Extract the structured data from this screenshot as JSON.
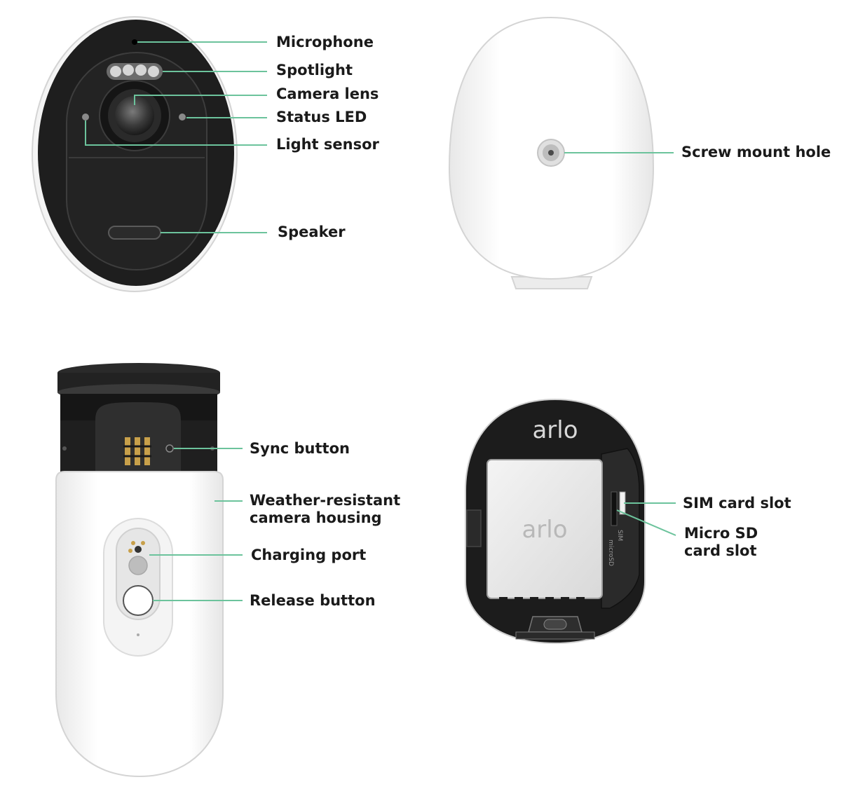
{
  "views": {
    "front": {
      "labels": [
        "Microphone",
        "Spotlight",
        "Camera lens",
        "Status LED",
        "Light sensor",
        "Speaker"
      ]
    },
    "back": {
      "labels": [
        "Screw mount hole"
      ]
    },
    "housing": {
      "labels": [
        "Sync button",
        "Weather-resistant",
        "camera housing",
        "Charging port",
        "Release button"
      ]
    },
    "battery_bay": {
      "labels": [
        "SIM card slot",
        "Micro SD",
        "card slot"
      ],
      "logo_text": "arlo",
      "battery_logo_text": "arlo",
      "slot_marks": [
        "SIM",
        "microSD"
      ]
    }
  },
  "colors": {
    "leader_line": "#6cc39c",
    "body_white": "#ffffff",
    "body_outline": "#d4d4d4",
    "black_face": "#1e1e1e",
    "label_text": "#1a1a1a"
  }
}
